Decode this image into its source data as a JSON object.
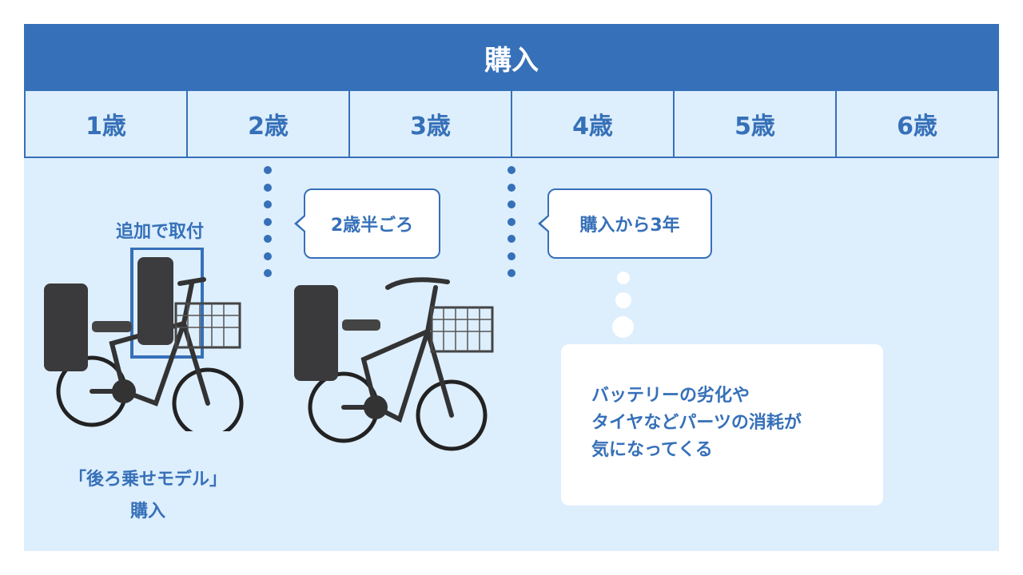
{
  "header": {
    "title": "購入"
  },
  "years": [
    "1歳",
    "2歳",
    "3歳",
    "4歳",
    "5歳",
    "6歳"
  ],
  "bubbles": {
    "first": "2歳半ごろ",
    "second": "購入から3年"
  },
  "labels": {
    "add_on": "追加で取付",
    "model": "「後ろ乗せモデル」",
    "purchase": "購入"
  },
  "note": {
    "lines": [
      "バッテリーの劣化や",
      "タイヤなどパーツの消耗が",
      "気になってくる"
    ]
  },
  "colors": {
    "accent": "#3670b8",
    "background": "#ddeefd"
  }
}
